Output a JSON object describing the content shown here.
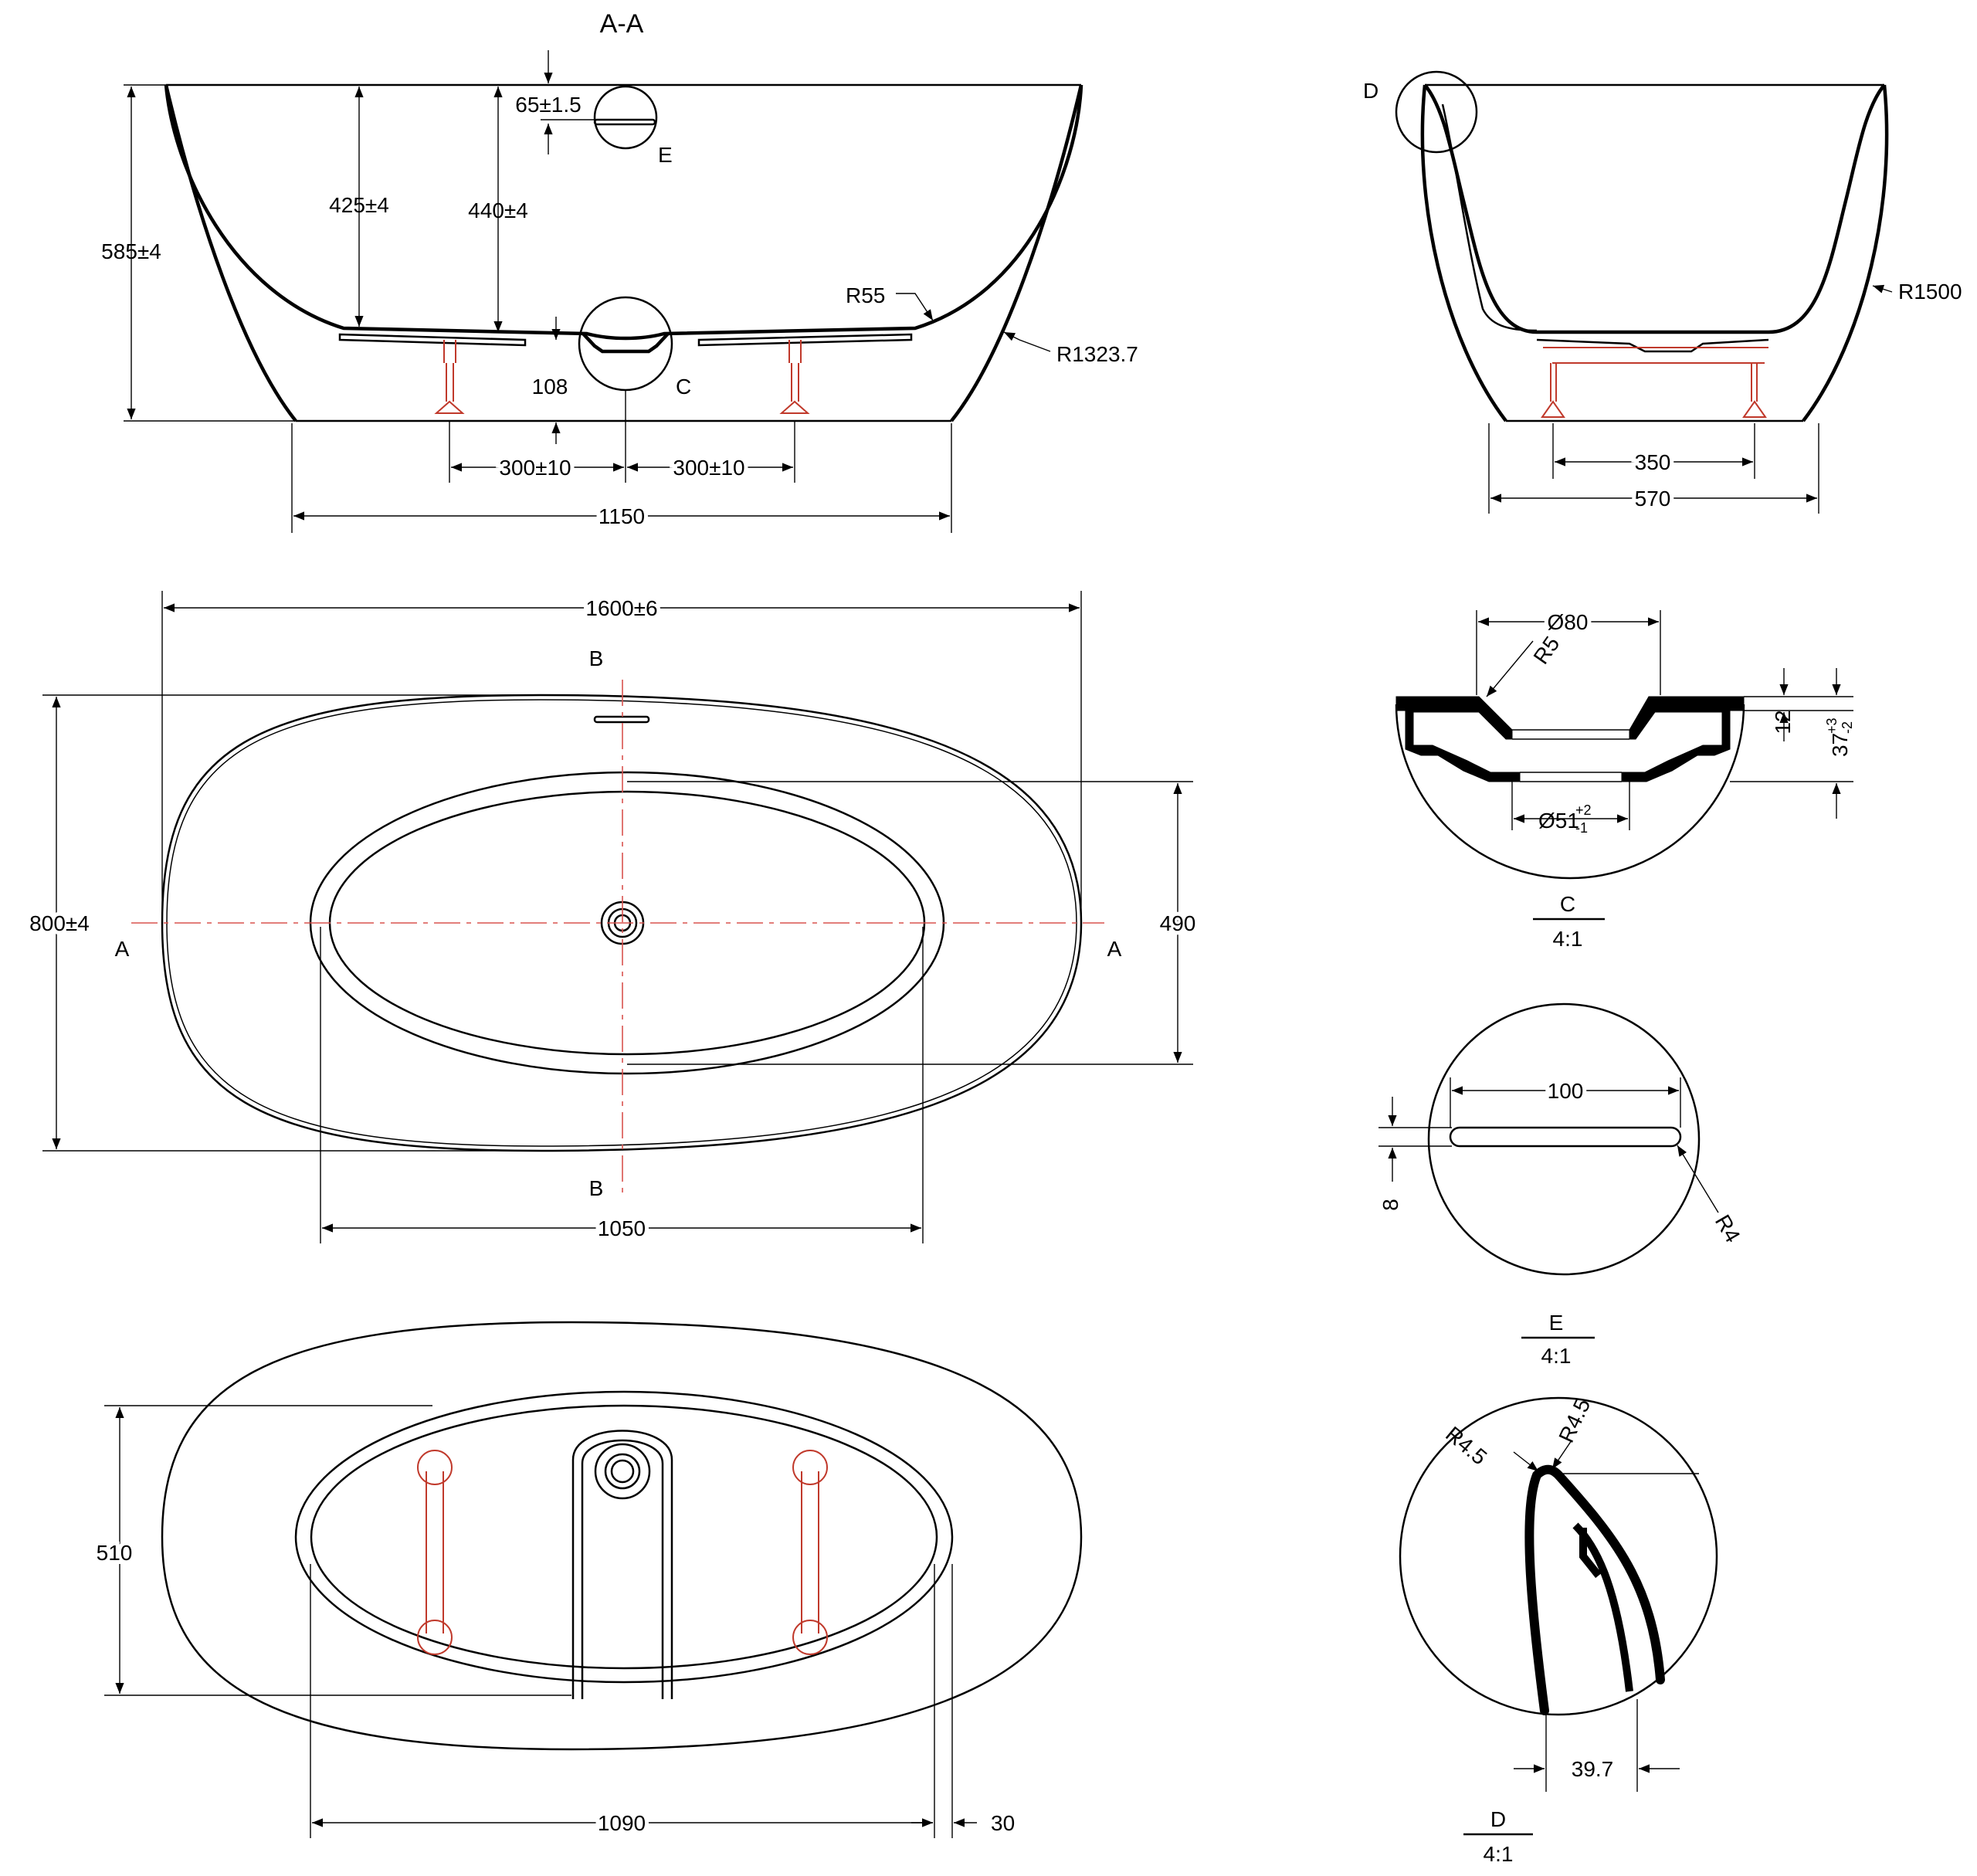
{
  "views": {
    "section_aa": {
      "title": "A-A",
      "dims": {
        "overall_height": "585±4",
        "inner_depth": "425±4",
        "overflow_depth": "440±4",
        "overflow_offset": "65±1.5",
        "foot_height": "108",
        "half_spacing_left": "300±10",
        "half_spacing_right": "300±10",
        "base_width": "1150",
        "inner_radius": "R55",
        "outer_radius": "R1323.7"
      },
      "callouts": {
        "detail_e": "E",
        "detail_c": "C"
      }
    },
    "section_bb": {
      "callouts": {
        "detail_d": "D"
      },
      "dims": {
        "feet_spacing": "350",
        "base_width": "570",
        "outer_radius": "R1500"
      }
    },
    "top_view": {
      "dims": {
        "length": "1600±6",
        "width": "800±4",
        "inner_width": "490",
        "inner_length": "1050"
      },
      "markers": {
        "section_a_left": "A",
        "section_a_right": "A",
        "section_b_top": "B",
        "section_b_bottom": "B"
      }
    },
    "bottom_view": {
      "dims": {
        "width": "510",
        "length": "1090",
        "offset": "30"
      }
    },
    "detail_c": {
      "dims": {
        "diameter": "Ø80",
        "radius": "R5",
        "thickness": "12",
        "height": "37",
        "height_tol_upper": "+3",
        "height_tol_lower": "-2",
        "drain": "Ø51",
        "drain_tol_upper": "+2",
        "drain_tol_lower": "-1"
      },
      "name": "C",
      "scale": "4:1"
    },
    "detail_e": {
      "dims": {
        "slot_length": "100",
        "slot_width": "8",
        "radius": "R4"
      },
      "name": "E",
      "scale": "4:1"
    },
    "detail_d": {
      "dims": {
        "radius_left": "R4.5",
        "radius_right": "R4.5",
        "thickness": "39.7"
      },
      "name": "D",
      "scale": "4:1"
    }
  },
  "colors": {
    "line": "#000000",
    "centerline": "#d9534f",
    "hidden_parts": "#c0392b",
    "background": "#ffffff"
  }
}
